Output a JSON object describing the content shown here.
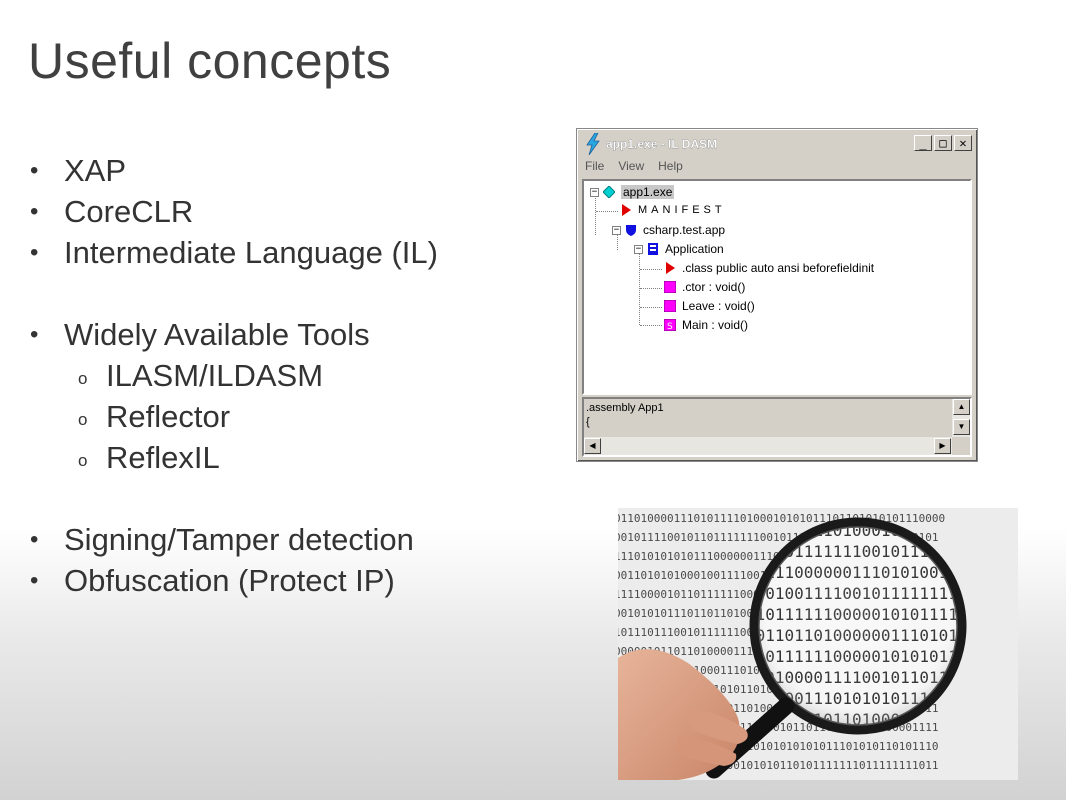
{
  "slide": {
    "title": "Useful concepts",
    "bullets_group1": [
      "XAP",
      "CoreCLR",
      "Intermediate Language (IL)"
    ],
    "bullets_group2_head": "Widely Available Tools",
    "sub_bullets": [
      "ILASM/ILDASM",
      "Reflector",
      "ReflexIL"
    ],
    "bullets_group3": [
      "Signing/Tamper detection",
      "Obfuscation (Protect IP)"
    ],
    "bullet_glyph": "•",
    "sub_glyph": "o"
  },
  "window": {
    "title": "app1.exe - IL DASM",
    "menu": [
      "File",
      "View",
      "Help"
    ],
    "controls": [
      "_",
      "□",
      "✕"
    ],
    "tree": {
      "root": "app1.exe",
      "manifest": "MANIFEST",
      "namespace": "csharp.test.app",
      "class": "Application",
      "members": [
        ".class public auto ansi beforefieldinit",
        ".ctor : void()",
        "Leave : void()",
        "Main : void()"
      ]
    },
    "code_lines": [
      ".assembly App1",
      "{"
    ]
  },
  "colors": {
    "title": "#404040",
    "text": "#333333",
    "window_bg": "#d4d0c8",
    "accent_blue": "#0000ff",
    "accent_magenta": "#ff00ff",
    "accent_red": "#ff0000",
    "accent_cyan": "#00c8c8"
  },
  "photo": {
    "binary_rows": [
      "01101000011101011110100010101011101101010101110000",
      "0010111100101101111111001011110101101000011010101",
      "1110101010101110000001110101001011011110101011001",
      "0011010101000100111100101111111110001011110101010",
      "1111000010110111111000001010111111110110111010101",
      "0010101011101101101000000111010101101101000100001",
      "1011101110010111111000001010101110111110011101011",
      "0000010110110100001111001011011011101101010111101",
      "1011100101101000111010101011100000101010101110000",
      "0101010100101111010110100001110101011011110101011",
      "1110010101110101101101000111010111100010101101011",
      "0101101110101111010111100101101101010011100001111",
      "1010111110101010111010101010101011101010110101110",
      "0110101111010001000101010110101111111011111111011"
    ]
  }
}
